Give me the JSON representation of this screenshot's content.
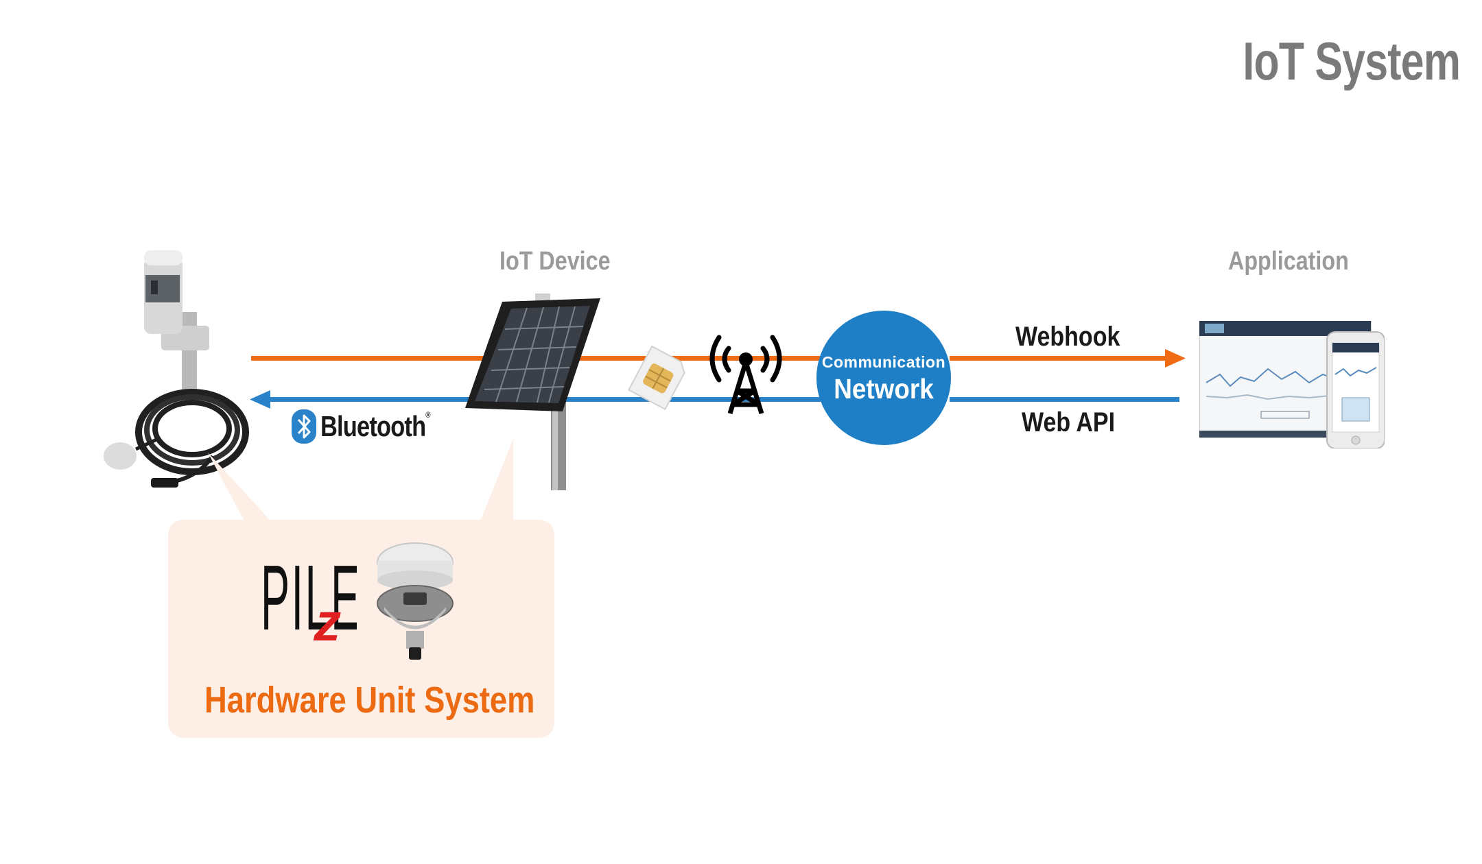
{
  "title": "IoT System",
  "labels": {
    "iot_device": "IoT Device",
    "application": "Application",
    "webhook": "Webhook",
    "web_api": "Web API",
    "bluetooth": "Bluetooth",
    "bluetooth_mark": "®"
  },
  "network": {
    "small": "Communication",
    "big": "Network"
  },
  "hardware": {
    "logo_text": "PILEz",
    "caption": "Hardware Unit System"
  },
  "colors": {
    "orange": "#ef6c14",
    "blue": "#2a82c9",
    "network_circle": "#1f7fc6",
    "bubble": "#fdefe6",
    "title_gray": "#7a7a7a"
  },
  "icons": [
    "sensor-device-icon",
    "solar-panel-icon",
    "sim-card-icon",
    "antenna-tower-icon",
    "bluetooth-icon",
    "application-screens-icon",
    "hardware-unit-icon"
  ]
}
